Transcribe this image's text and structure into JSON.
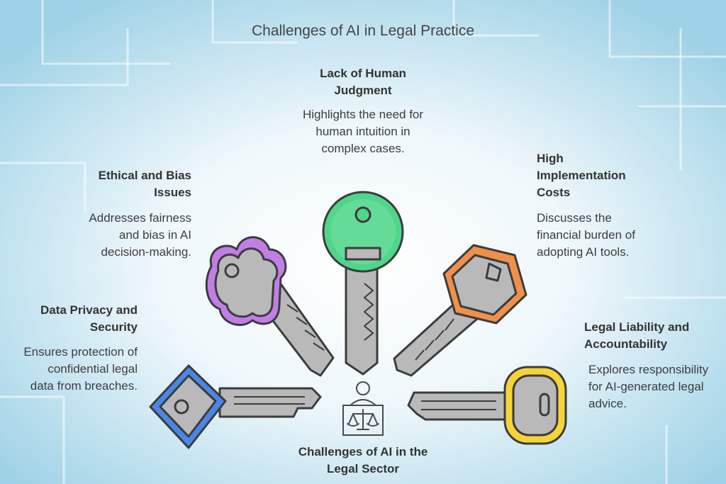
{
  "title": "Challenges of AI in Legal Practice",
  "center_label": "Challenges of AI in the Legal Sector",
  "colors": {
    "human_judgment": "#4fd68a",
    "ethical_bias": "#b06ae0",
    "data_privacy": "#4a86e8",
    "implementation_costs": "#f0904a",
    "legal_liability": "#f5d43a",
    "key_body": "#b9b9b9"
  },
  "challenges": {
    "human_judgment": {
      "title": "Lack of Human Judgment",
      "description": "Highlights the need for human intuition in complex cases.",
      "icon": "key-circle-icon"
    },
    "ethical_bias": {
      "title": "Ethical and Bias Issues",
      "description": "Addresses fairness and bias in AI decision-making.",
      "icon": "key-cloud-icon"
    },
    "data_privacy": {
      "title": "Data Privacy and Security",
      "description": "Ensures protection of confidential legal data from breaches.",
      "icon": "key-diamond-icon"
    },
    "implementation_costs": {
      "title": "High Implementation Costs",
      "description": "Discusses the financial burden of adopting AI tools.",
      "icon": "key-hexagon-icon"
    },
    "legal_liability": {
      "title": "Legal Liability and Accountability",
      "description": "Explores responsibility for AI-generated legal advice.",
      "icon": "key-rounded-icon"
    }
  },
  "center_icon": "judge-with-scales-icon"
}
